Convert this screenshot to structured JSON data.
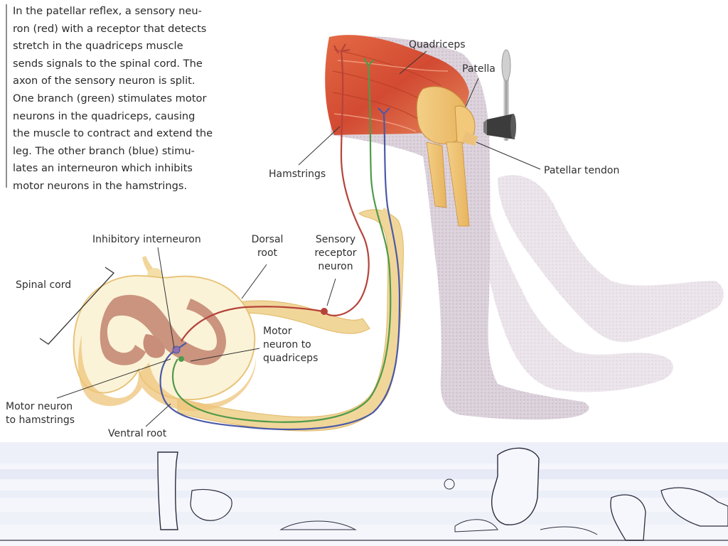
{
  "caption": {
    "lines": [
      "In the patellar reflex, a sensory neu-",
      "ron (red) with a receptor that detects",
      "stretch in the quadriceps muscle",
      "sends signals to the spinal cord. The",
      "axon of the sensory neuron is split.",
      "One branch (green) stimulates motor",
      "neurons in the quadriceps, causing",
      "the muscle to contract and extend the",
      "leg. The other branch (blue) stimu-",
      "lates an interneuron which inhibits",
      "motor neurons in the hamstrings."
    ]
  },
  "labels": {
    "quadriceps": "Quadriceps",
    "patella": "Patella",
    "patellar_tendon": "Patellar tendon",
    "hamstrings": "Hamstrings",
    "inhibitory_interneuron": "Inhibitory interneuron",
    "dorsal_root": [
      "Dorsal",
      "root"
    ],
    "sensory_receptor_neuron": [
      "Sensory",
      "receptor",
      "neuron"
    ],
    "spinal_cord": "Spinal cord",
    "motor_neuron_quadriceps": [
      "Motor",
      "neuron to",
      "quadriceps"
    ],
    "motor_neuron_hamstrings": [
      "Motor neuron",
      "to hamstrings"
    ],
    "ventral_root": "Ventral root"
  },
  "colors": {
    "sensory_neuron": "#b5433a",
    "motor_quadriceps": "#4f9a4b",
    "motor_hamstrings": "#4a5aa6",
    "muscle": "#d8563a",
    "nerve": "#f0d08a",
    "leg": "#d9d0d8",
    "gray_matter": "#c99a86",
    "band": "#7f97cc"
  }
}
